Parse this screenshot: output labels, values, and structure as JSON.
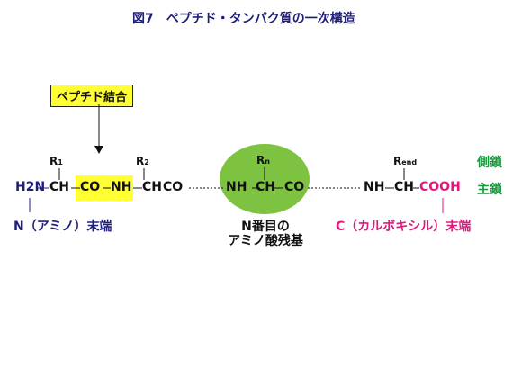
{
  "title": "図7　ペプチド・タンパク質の一次構造",
  "peptide_bond_label": "ペプチド結合",
  "chain": {
    "h2n": "H2N",
    "ch": "CH",
    "co": "CO",
    "nh": "NH",
    "cooh": "COOH"
  },
  "side_chains": {
    "r": "R",
    "r1_sub": "1",
    "r2_sub": "2",
    "rn_sub": "n",
    "rend_sub": "end"
  },
  "n_terminal": "N（アミノ）末端",
  "c_terminal": "C（カルボキシル）末端",
  "nth_residue": [
    "N番目の",
    "アミノ酸残基"
  ],
  "side_chain_label": "側鎖",
  "main_chain_label": "主鎖",
  "colors": {
    "navy": "#1f1f7a",
    "pink": "#e0197d",
    "green": "#169a3e",
    "yellow": "#ffff33",
    "lime": "#7ec242"
  }
}
